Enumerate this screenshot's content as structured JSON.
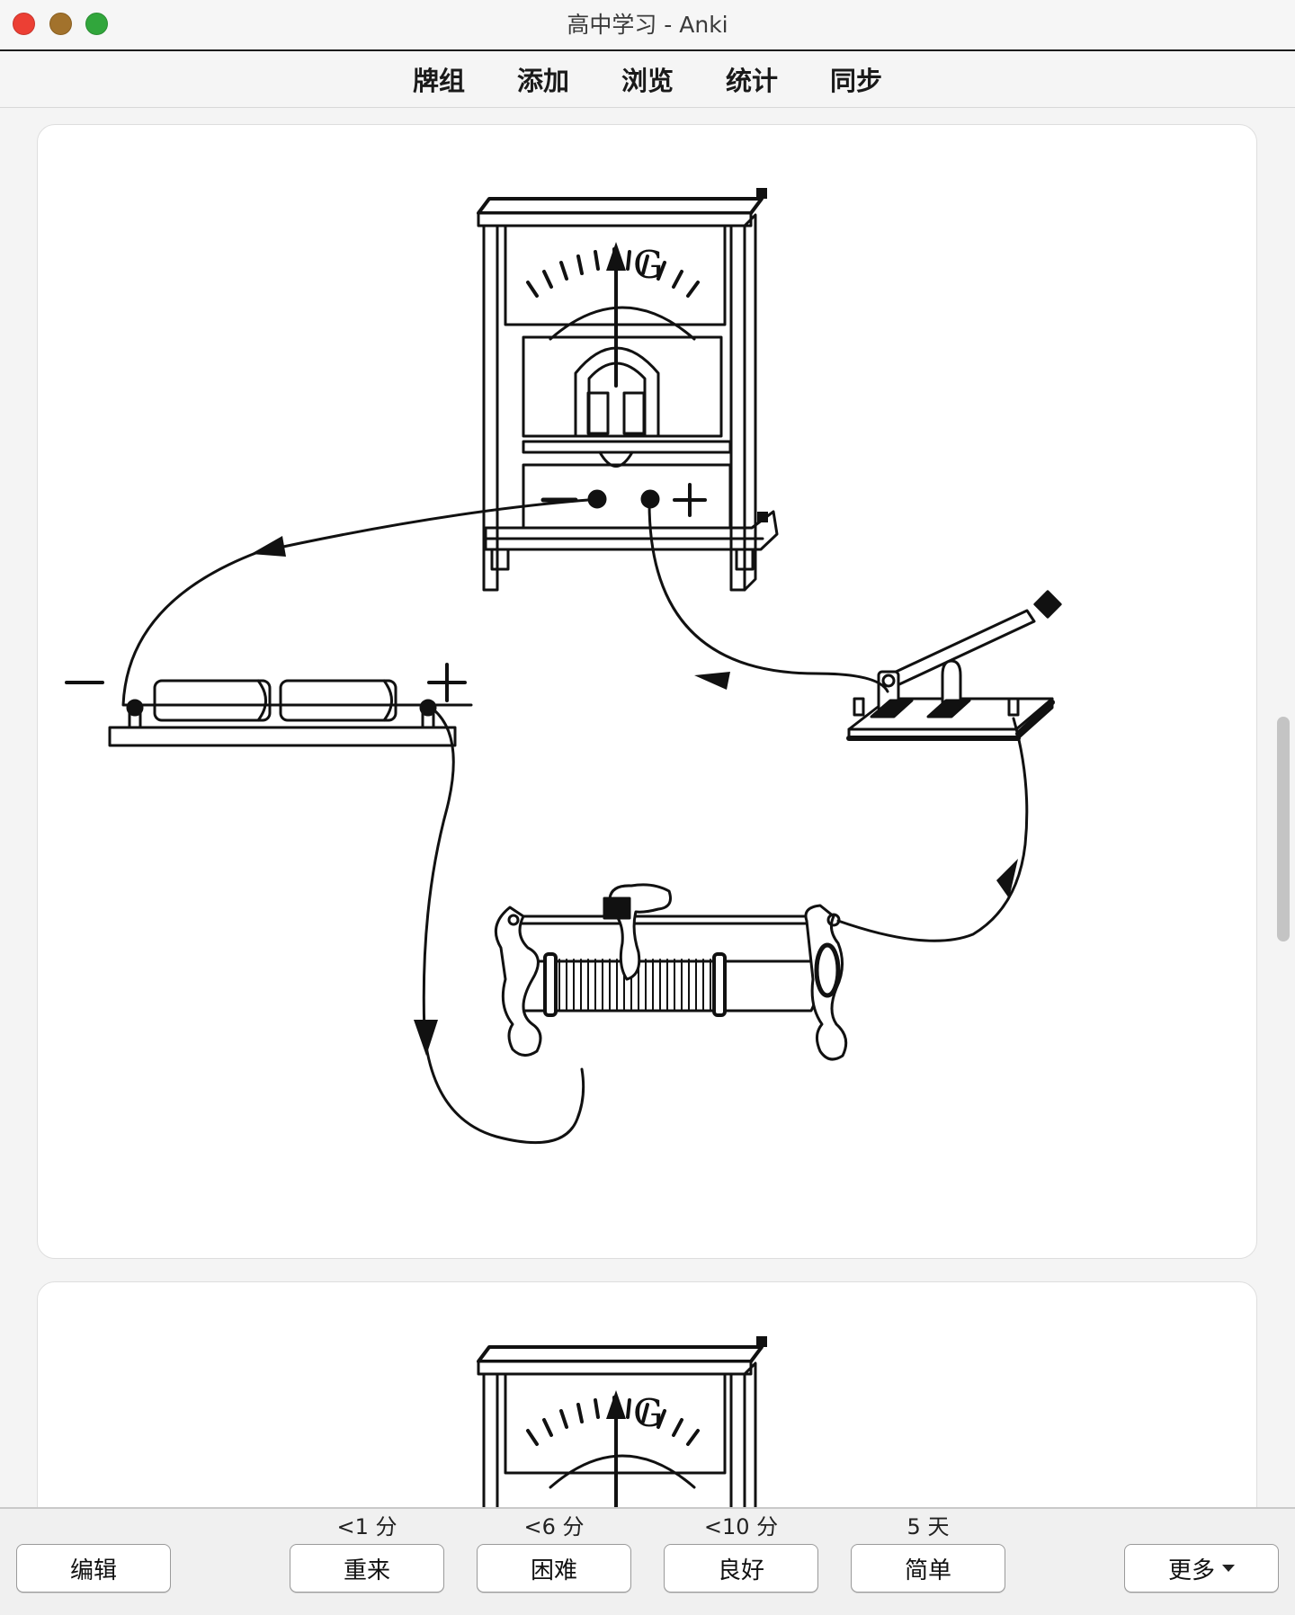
{
  "window": {
    "title": "高中学习 - Anki"
  },
  "toolbar": {
    "items": [
      "牌组",
      "添加",
      "浏览",
      "统计",
      "同步"
    ]
  },
  "card1": {
    "galvanometer_label": "G",
    "galvanometer_minus": "−",
    "galvanometer_plus": "+",
    "battery_minus": "−",
    "battery_plus": "+"
  },
  "card2": {
    "galvanometer_label": "G"
  },
  "answer": {
    "edit_label": "编辑",
    "more_label": "更多",
    "buttons": [
      {
        "label": "重来",
        "interval": "<1 分"
      },
      {
        "label": "困难",
        "interval": "<6 分"
      },
      {
        "label": "良好",
        "interval": "<10 分"
      },
      {
        "label": "简单",
        "interval": "5 天"
      }
    ]
  },
  "colors": {
    "close": "#ec3f34",
    "minimize": "#a2722c",
    "maximize": "#31a63c",
    "line": "#111111"
  }
}
